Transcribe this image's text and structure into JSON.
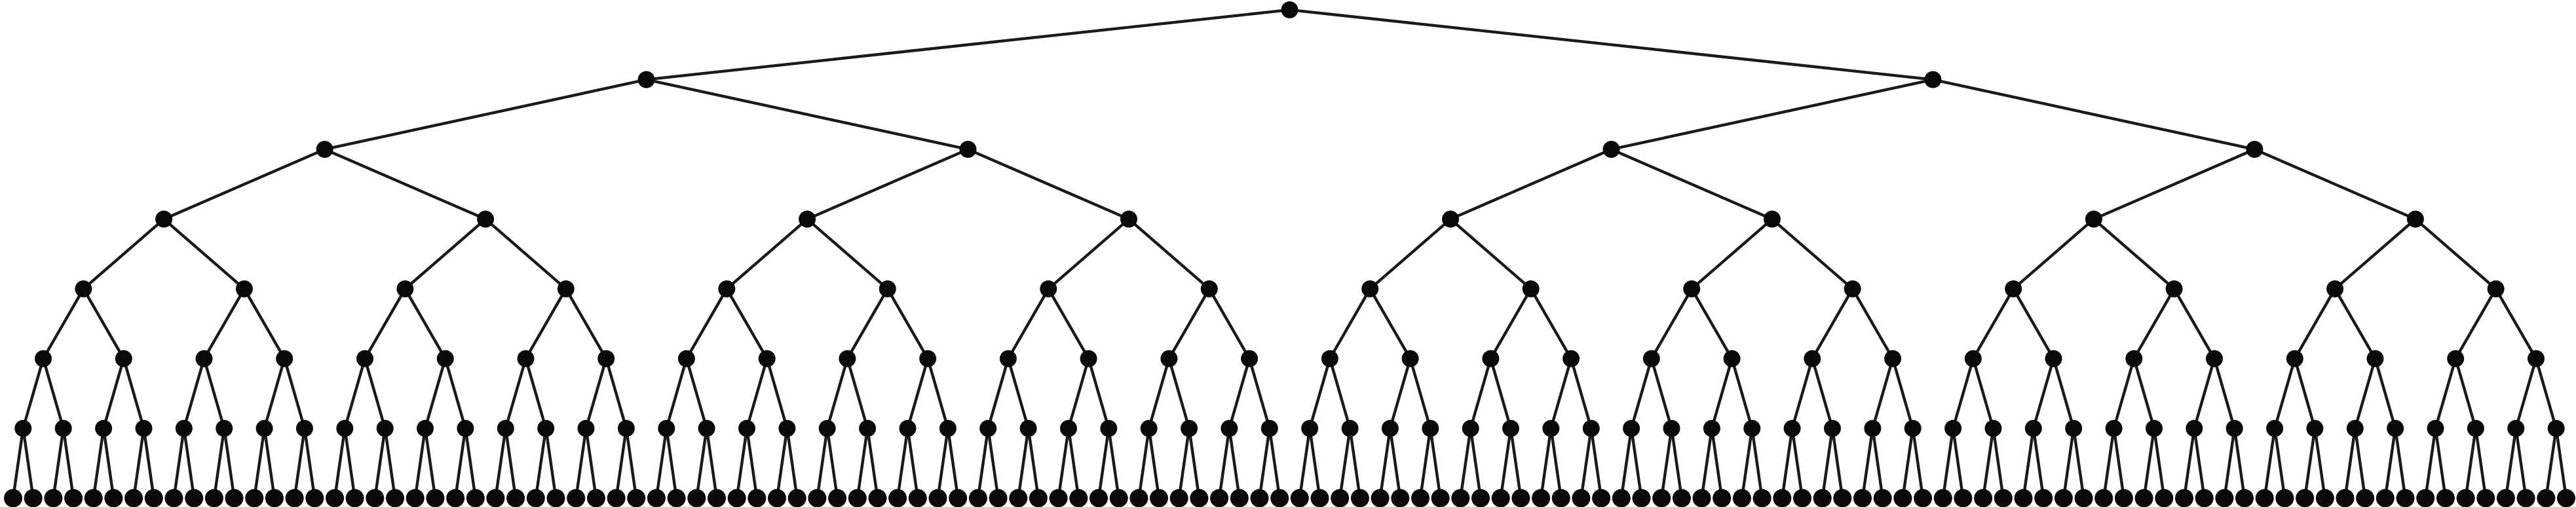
{
  "diagram": {
    "type": "complete binary tree",
    "depth": 7,
    "levels": 8,
    "node_count": 255,
    "edge_count": 254,
    "colors": {
      "background": "#ffffff",
      "node": "#0a0a0a",
      "edge": "#1a1a1a"
    }
  }
}
